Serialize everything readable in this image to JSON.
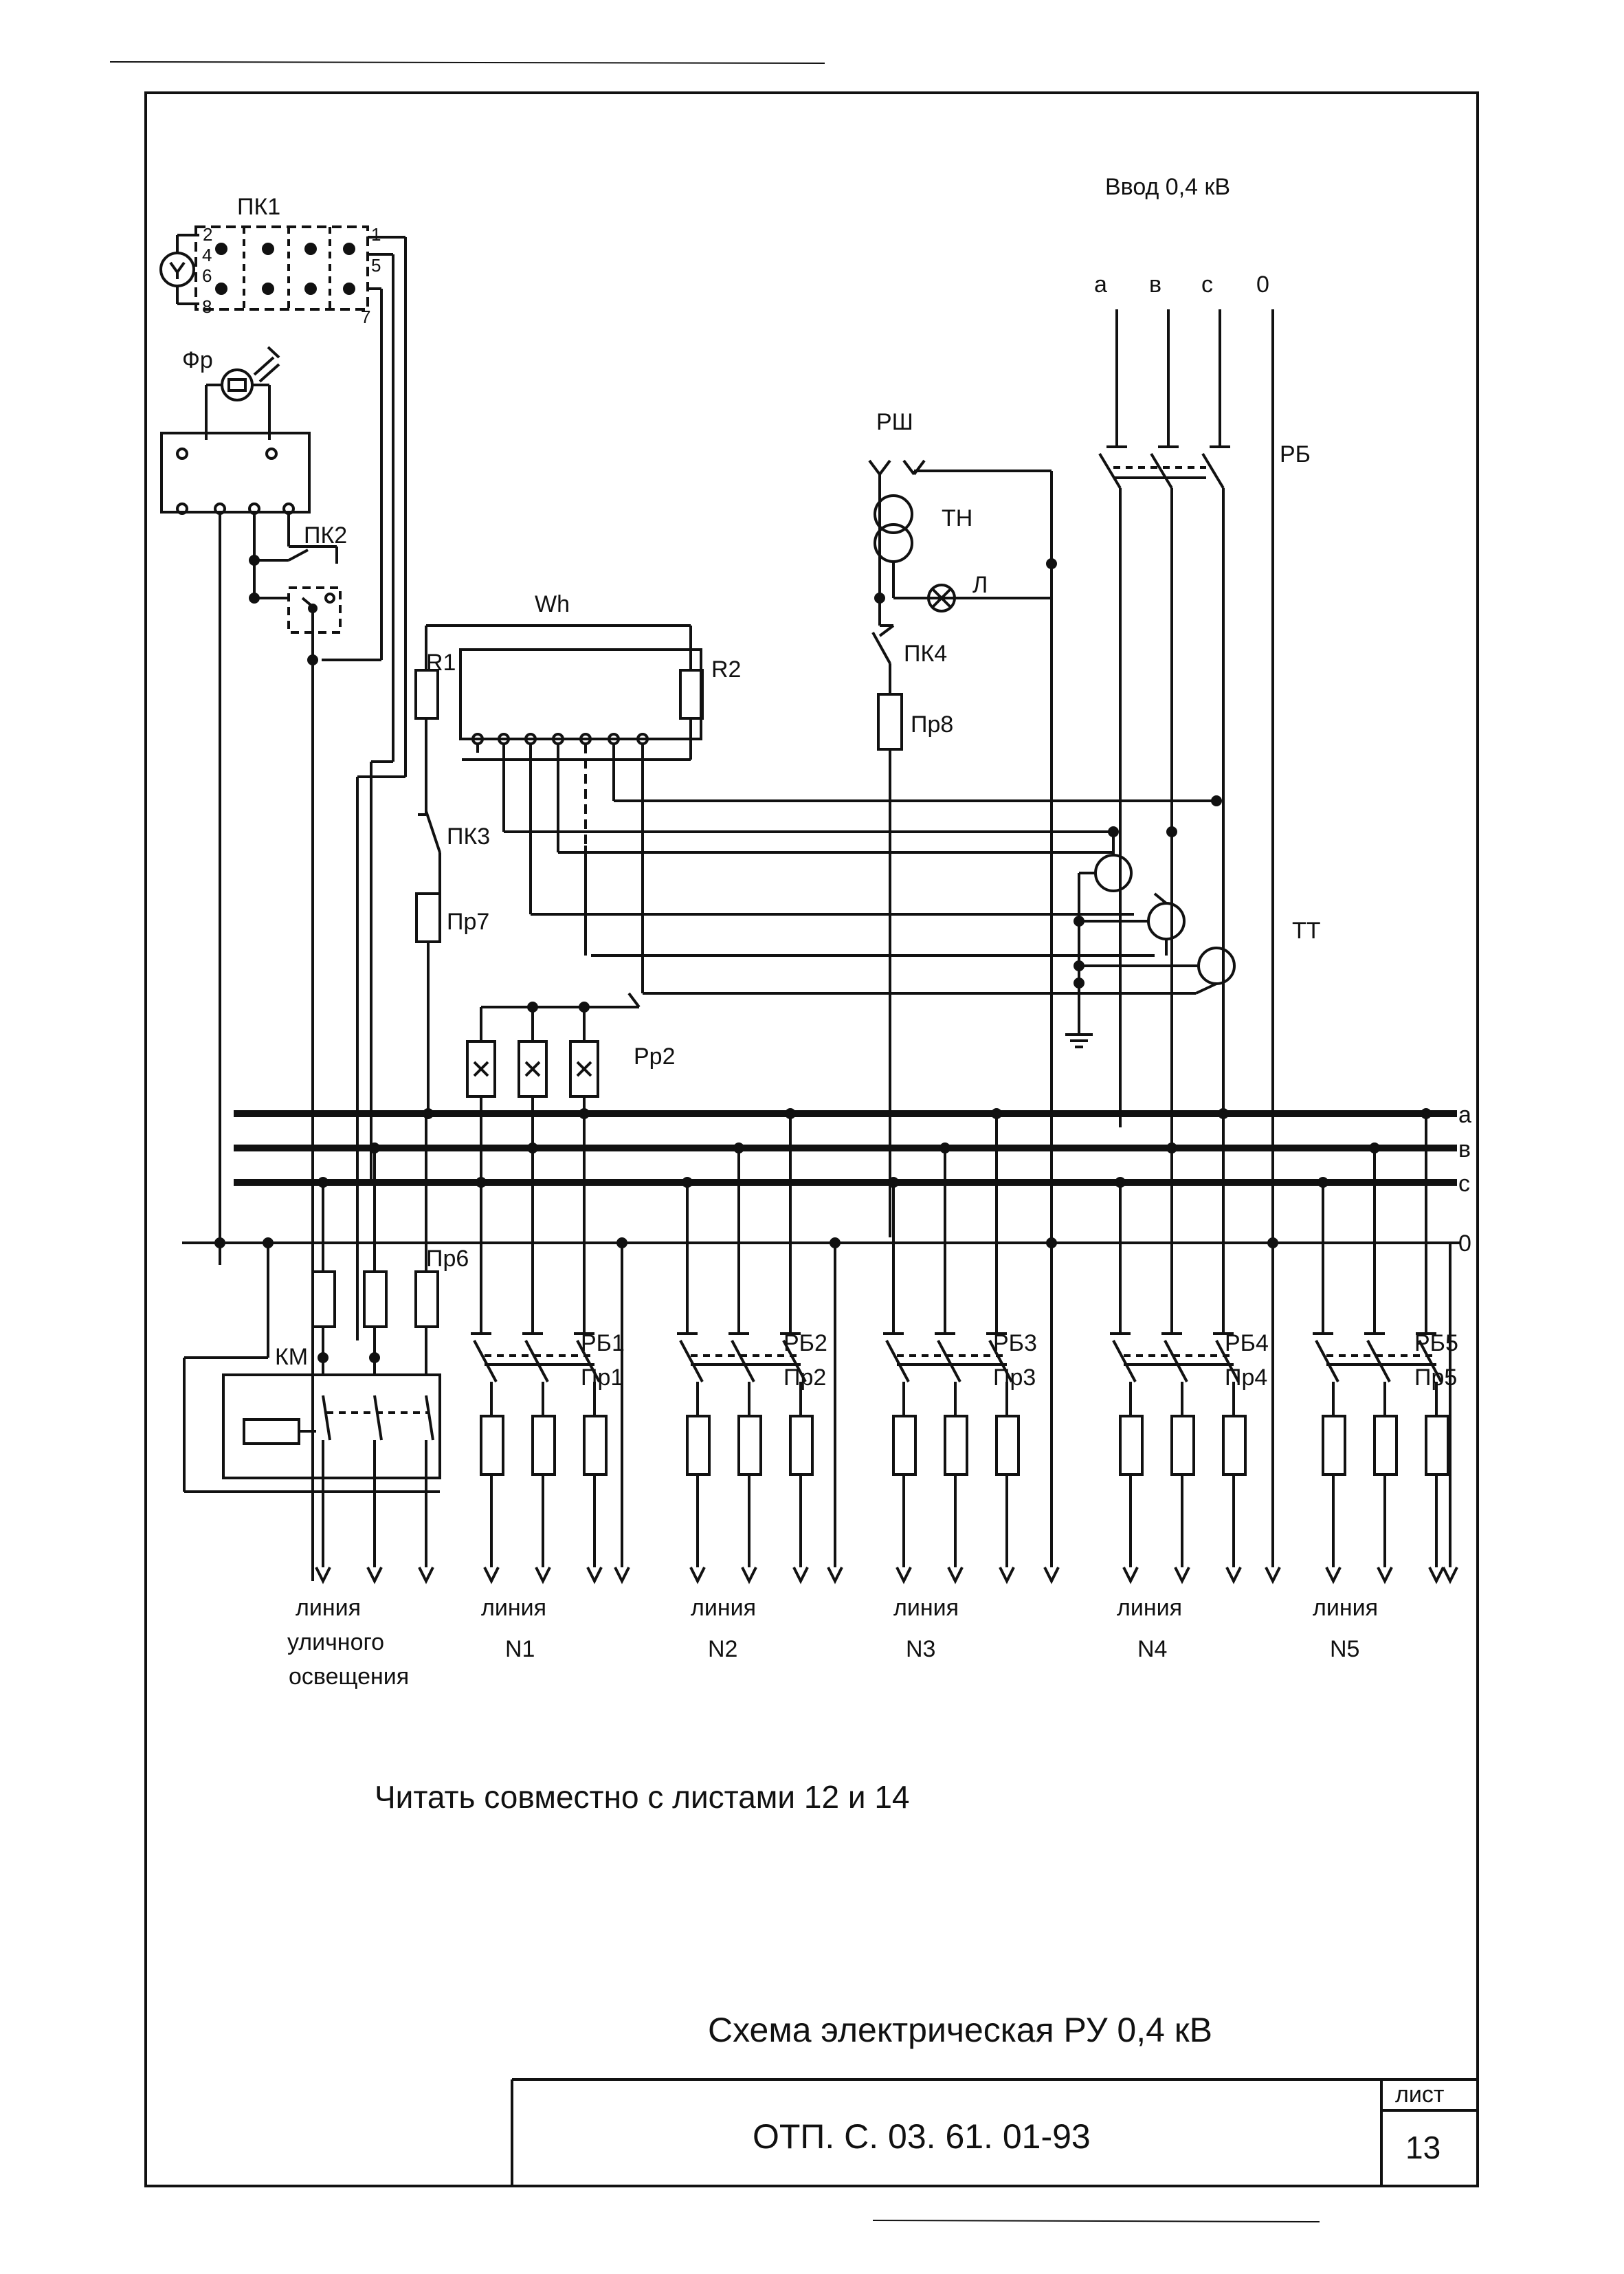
{
  "labels": {
    "pk1": "ПК1",
    "fr": "Фр",
    "pk2": "ПК2",
    "wh": "Wh",
    "r1": "R1",
    "r2": "R2",
    "pk3": "ПК3",
    "pr7": "Пр7",
    "pr2_relay": "Рр2",
    "input": "Ввод 0,4 кВ",
    "phase_a": "а",
    "phase_b": "в",
    "phase_c": "с",
    "neutral": "0",
    "rb": "РБ",
    "rsh": "РШ",
    "tn": "ТН",
    "lamp": "Л",
    "pk4": "ПК4",
    "pr8": "Пр8",
    "tt": "ТТ",
    "bus_a": "а",
    "bus_b": "в",
    "bus_c": "с",
    "bus_0": "0",
    "pr6": "Пр6",
    "km": "КМ",
    "rb1": "РБ1",
    "pr1": "Пр1",
    "rb2": "РБ2",
    "pr2": "Пр2",
    "rb3": "РБ3",
    "pr3": "Пр3",
    "rb4": "РБ4",
    "pr4": "Пр4",
    "rb5": "РБ5",
    "pr5": "Пр5",
    "pk1_pins": [
      "2",
      "4",
      "6",
      "8",
      "1",
      "5",
      "7"
    ]
  },
  "lines": [
    {
      "line1": "линия",
      "line2": "уличного",
      "line3": "освещения"
    },
    {
      "line1": "линия",
      "line2": "N1"
    },
    {
      "line1": "линия",
      "line2": "N2"
    },
    {
      "line1": "линия",
      "line2": "N3"
    },
    {
      "line1": "линия",
      "line2": "N4"
    },
    {
      "line1": "линия",
      "line2": "N5"
    }
  ],
  "note": "Читать совместно с листами 12 и 14",
  "title": "Схема электрическая РУ 0,4 кВ",
  "stamp": {
    "code": "ОТП. С. 03. 61. 01-93",
    "sheet_label": "лист",
    "sheet_number": "13"
  }
}
